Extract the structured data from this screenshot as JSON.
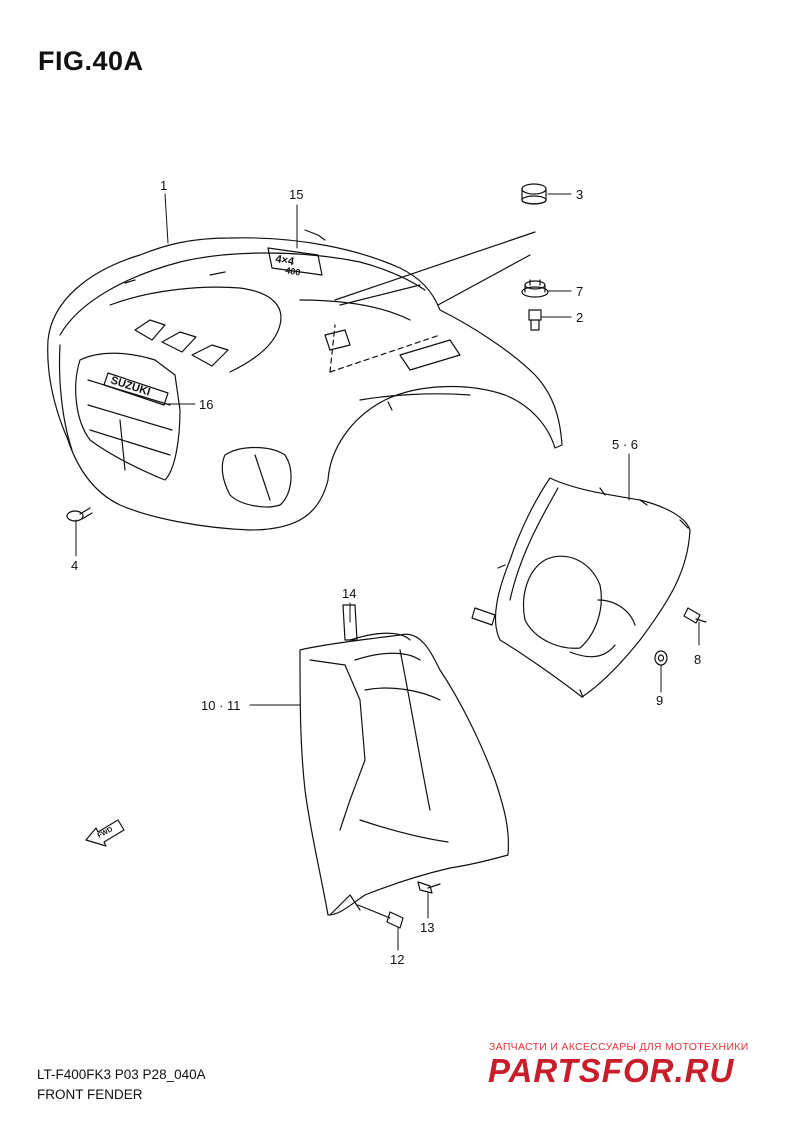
{
  "figure": {
    "title": "FIG.40A"
  },
  "callouts": {
    "c1": "1",
    "c15": "15",
    "c3": "3",
    "c7": "7",
    "c2": "2",
    "c16": "16",
    "c4": "4",
    "c56": "5 · 6",
    "c8": "8",
    "c9": "9",
    "c14": "14",
    "c1011": "10 · 11",
    "c13": "13",
    "c12": "12"
  },
  "badges": {
    "suzuki": "SUZUKI",
    "fwd": "FWD",
    "emblem_top": "4×4",
    "emblem_bottom": "400"
  },
  "footer": {
    "model_code": "LT-F400FK3 P03 P28_040A",
    "section": "FRONT FENDER"
  },
  "watermark": {
    "tagline": "ЗАПЧАСТИ И АКСЕССУАРЫ ДЛЯ МОТОТЕХНИКИ",
    "logo": "PARTSFOR.RU"
  },
  "colors": {
    "line": "#111111",
    "watermark": "#c81d2a"
  }
}
